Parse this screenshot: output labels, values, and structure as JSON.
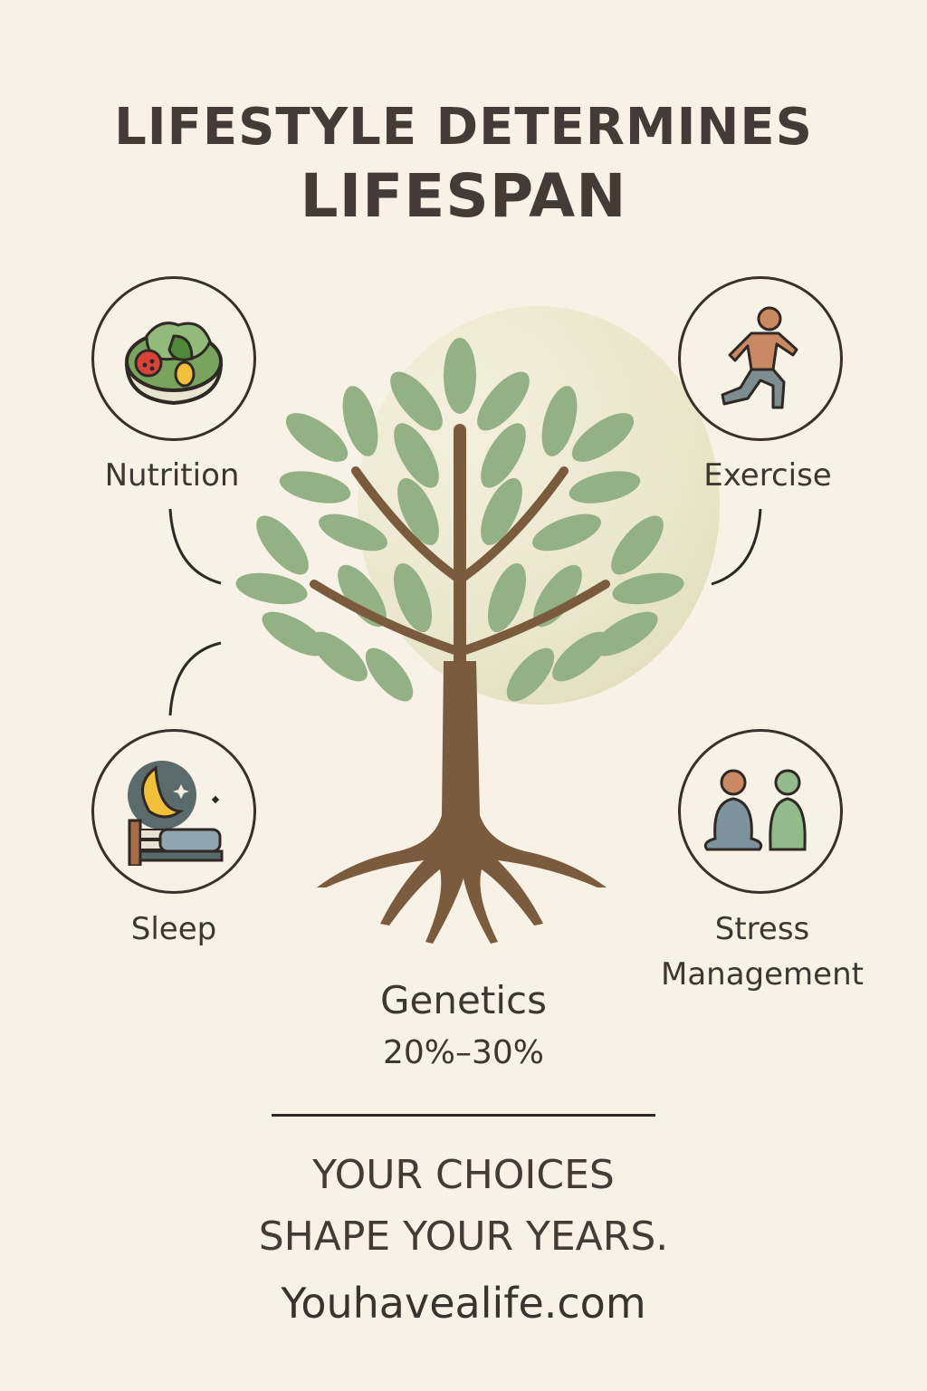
{
  "header": {
    "title_line1": "LIFESTYLE DETERMINES",
    "title_line2": "LIFESPAN"
  },
  "factors": [
    {
      "label": "Nutrition",
      "icon": "salad-bowl-icon"
    },
    {
      "label": "Exercise",
      "icon": "running-person-icon"
    },
    {
      "label": "Sleep",
      "icon": "bed-moon-icon"
    },
    {
      "label": "Stress",
      "label_line2": "Management",
      "icon": "meditation-icon"
    }
  ],
  "center": {
    "icon": "tree-with-roots-icon",
    "genetics_label": "Genetics",
    "genetics_value": "20%–30%"
  },
  "footer": {
    "tagline_line1": "YOUR CHOICES",
    "tagline_line2": "SHAPE YOUR YEARS.",
    "website": "Youhavealife.com"
  },
  "colors": {
    "background": "#f8f1e5",
    "text": "#3e3631",
    "leaf": "#93b185",
    "trunk": "#7a5b3e",
    "halo": "#dcdab6"
  }
}
